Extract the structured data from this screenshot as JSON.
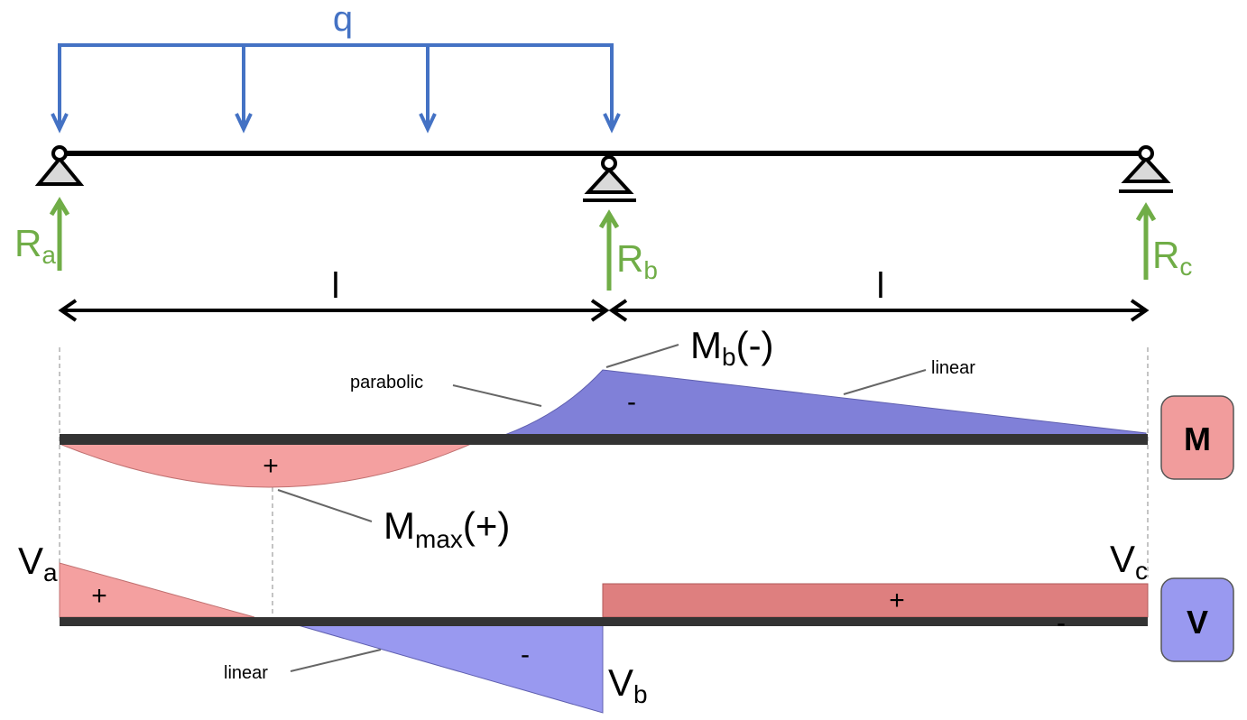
{
  "load": {
    "label": "q"
  },
  "reactions": {
    "a": {
      "main": "R",
      "sub": "a"
    },
    "b": {
      "main": "R",
      "sub": "b"
    },
    "c": {
      "main": "R",
      "sub": "c"
    }
  },
  "spans": {
    "left": "l",
    "right": "l"
  },
  "moment": {
    "badge": "M",
    "mb": {
      "main": "M",
      "sub": "b",
      "suffix": "(-)"
    },
    "mmax": {
      "main": "M",
      "sub": "max",
      "suffix": "(+)"
    },
    "parabolic_note": "parabolic",
    "linear_note": "linear",
    "pos_sign": "+",
    "neg_sign": "-"
  },
  "shear": {
    "badge": "V",
    "va": {
      "main": "V",
      "sub": "a"
    },
    "vb": {
      "main": "V",
      "sub": "b"
    },
    "vc": {
      "main": "V",
      "sub": "c"
    },
    "linear_note": "linear",
    "pos_sign_left": "+",
    "neg_sign": "-",
    "pos_sign_right": "+",
    "neg_sign_right": "-"
  },
  "colors": {
    "load": "#4472C4",
    "reaction": "#70AD47",
    "positive": "#F4A0A0",
    "negative": "#8080D8",
    "badge_m": "#F19C9C",
    "badge_v": "#9999F0"
  }
}
